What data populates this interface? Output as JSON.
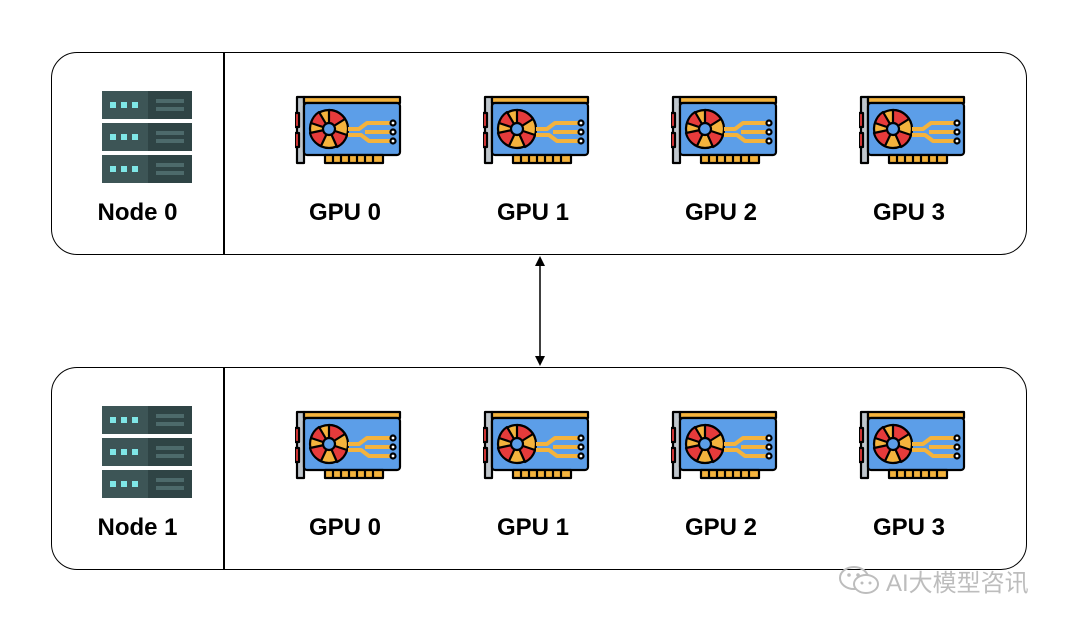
{
  "nodes": [
    {
      "label": "Node 0",
      "gpus": [
        "GPU 0",
        "GPU 1",
        "GPU 2",
        "GPU 3"
      ]
    },
    {
      "label": "Node 1",
      "gpus": [
        "GPU 0",
        "GPU 1",
        "GPU 2",
        "GPU 3"
      ]
    }
  ],
  "connector": {
    "type": "bidirectional-arrow",
    "from": "Node 0",
    "to": "Node 1"
  },
  "watermark": {
    "text": "AI大模型咨讯",
    "icon": "wechat-icon"
  },
  "colors": {
    "server_body": "#3d5556",
    "server_lights": "#7fe6e6",
    "gpu_board": "#5c9ee8",
    "gpu_fan": "#f4b33d",
    "gpu_fan_hub": "#e63b3b",
    "gpu_traces": "#f4b33d",
    "outline": "#000000"
  }
}
